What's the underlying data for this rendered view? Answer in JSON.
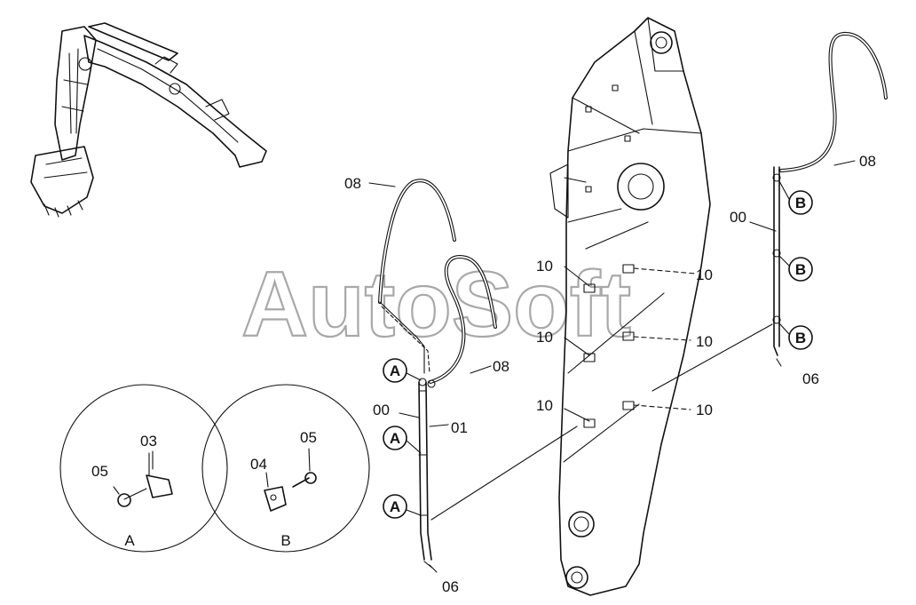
{
  "watermark": "AutoSoft",
  "callouts": {
    "a": "A",
    "b": "B"
  },
  "detail_captions": {
    "a": "A",
    "b": "B"
  },
  "part_numbers": {
    "p00": "00",
    "p01": "01",
    "p03": "03",
    "p04": "04",
    "p05": "05",
    "p06": "06",
    "p08": "08",
    "p10": "10"
  }
}
